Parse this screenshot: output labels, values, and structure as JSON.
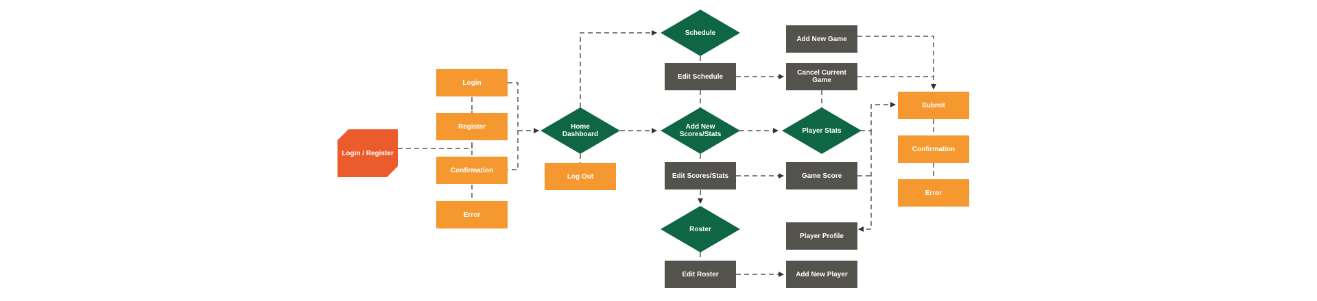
{
  "colors": {
    "orange": "#f4982f",
    "gray": "#54524c",
    "green": "#0f6644",
    "start": "#ec5b2c",
    "connector": "#555555"
  },
  "nodes": {
    "login_register": "Login / Register",
    "login": "Login",
    "register": "Register",
    "confirmation_auth": "Confirmation",
    "error_auth": "Error",
    "home_dashboard": "Home\nDashboard",
    "log_out": "Log Out",
    "schedule": "Schedule",
    "edit_schedule": "Edit Schedule",
    "add_new_scores_stats": "Add New\nScores/Stats",
    "edit_scores_stats": "Edit Scores/Stats",
    "roster": "Roster",
    "edit_roster": "Edit Roster",
    "add_new_game": "Add New Game",
    "cancel_current_game": "Cancel Current\nGame",
    "player_stats": "Player Stats",
    "game_score": "Game Score",
    "player_profile": "Player Profile",
    "add_new_player": "Add New Player",
    "submit": "Submit",
    "confirmation_submit": "Confirmation",
    "error_submit": "Error"
  }
}
